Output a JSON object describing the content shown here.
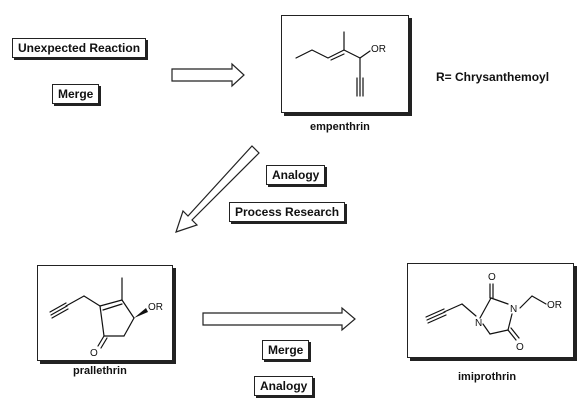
{
  "labels": {
    "unexpected_reaction": "Unexpected Reaction",
    "merge_top": "Merge",
    "analogy_mid": "Analogy",
    "process_research": "Process Research",
    "merge_bottom": "Merge",
    "analogy_bottom": "Analogy",
    "r_definition": "R= Chrysanthemoyl"
  },
  "compounds": {
    "empenthrin": {
      "name": "empenthrin",
      "atoms": [
        "OR"
      ]
    },
    "prallethrin": {
      "name": "prallethrin",
      "atoms": [
        "OR",
        "O"
      ]
    },
    "imiprothrin": {
      "name": "imiprothrin",
      "atoms": [
        "O",
        "N",
        "N",
        "OR",
        "O"
      ]
    }
  }
}
